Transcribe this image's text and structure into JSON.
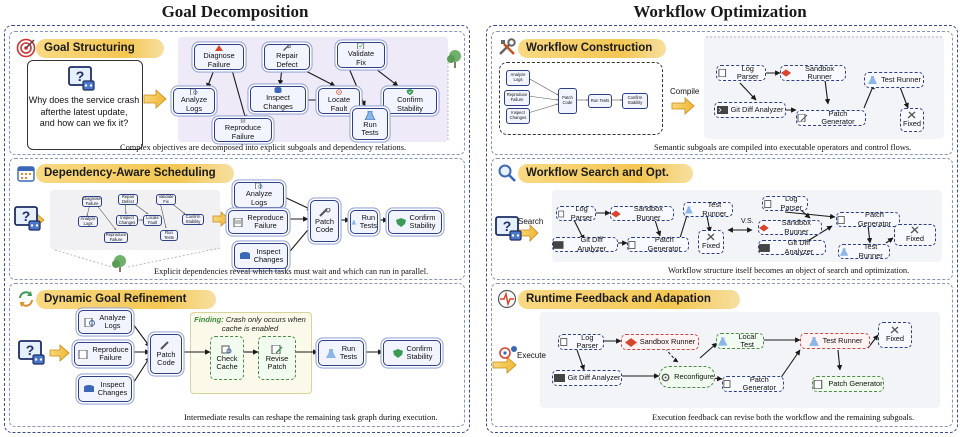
{
  "titles": {
    "left": "Goal Decomposition",
    "right": "Workflow Optimization"
  },
  "icons": {
    "target": "target-icon",
    "calendar": "calendar-icon",
    "refresh": "refresh-arrows-icon",
    "tools": "tools-icon",
    "search": "magnifier-icon",
    "pulse": "heartbeat-icon",
    "question": "question-screen-icon",
    "tree": "tree-icon",
    "arrow": "yellow-arrow-icon"
  },
  "left": {
    "structuring": {
      "title": "Goal Structuring",
      "question": {
        "line1": "Why does the service crash",
        "line2": "afterthe latest update,",
        "line3": "and how can we fix it?"
      },
      "nodes": {
        "diagnose_1": "Diagnose",
        "diagnose_2": "Failure",
        "repair_1": "Repair",
        "repair_2": "Defect",
        "validate_1": "Validate",
        "validate_2": "Fix",
        "analyze_1": "Analyze",
        "analyze_2": "Logs",
        "inspect_1": "Inspect",
        "inspect_2": "Changes",
        "locate_1": "Locate",
        "locate_2": "Fault",
        "confirm_1": "Confirm",
        "confirm_2": "Stability",
        "reproduce_1": "Reproduce",
        "reproduce_2": "Failure",
        "run_1": "Run",
        "run_2": "Tests"
      },
      "caption": "Complex objectives are decomposed into explicit subgoals and dependency relations."
    },
    "scheduling": {
      "title": "Dependency-Aware Scheduling",
      "mini": {
        "diagnose": "Diagnose Failure",
        "repair": "Repair Defect",
        "validate": "Validate Fix",
        "analyze": "Analyze Logs",
        "inspect": "Inspect Changes",
        "locate": "Locate Fault",
        "confirm": "Confirm Stability",
        "reproduce": "Reproduce Failure",
        "run": "Run Tests"
      },
      "nodes": {
        "analyze_1": "Analyze",
        "analyze_2": "Logs",
        "reproduce_1": "Reproduce",
        "reproduce_2": "Failure",
        "inspect_1": "Inspect",
        "inspect_2": "Changes",
        "patch_1": "Patch",
        "patch_2": "Code",
        "run_1": "Run",
        "run_2": "Tests",
        "confirm_1": "Confirm",
        "confirm_2": "Stability"
      },
      "caption": "Explicit dependencies reveal which tasks must wait and which can run in parallel."
    },
    "refinement": {
      "title": "Dynamic Goal Refinement",
      "finding_label": "Finding:",
      "finding_text_1": "Crash only occurs when",
      "finding_text_2": "cache is enabled",
      "nodes": {
        "analyze_1": "Analyze",
        "analyze_2": "Logs",
        "reproduce_1": "Reproduce",
        "reproduce_2": "Failure",
        "inspect_1": "Inspect",
        "inspect_2": "Changes",
        "patch_1": "Patch",
        "patch_2": "Code",
        "check_1": "Check",
        "check_2": "Cache",
        "revise_1": "Revise",
        "revise_2": "Patch",
        "run_1": "Run",
        "run_2": "Tests",
        "confirm_1": "Confirm",
        "confirm_2": "Stability"
      },
      "caption": "Intermediate results can reshape the remaining task graph during execution."
    }
  },
  "right": {
    "construction": {
      "title": "Workflow Construction",
      "compile_label": "Compile",
      "mini": {
        "analyze": "Analyze Logs",
        "reproduce": "Reproduce Failure",
        "inspect": "Inspect Changes",
        "patch": "Patch Code",
        "run": "Run Tests",
        "confirm": "Confirm Stability"
      },
      "nodes": {
        "log_parser": "Log Parser",
        "sandbox_runner": "Sandbox Runner",
        "test_runner": "Test Runner",
        "git_diff": "Git Diff Analyzer",
        "patch_generator": "Patch Generator",
        "fixed": "Fixed"
      },
      "caption": "Semantic subgoals are compiled into executable operators and control flows."
    },
    "search": {
      "title": "Workflow Search and Opt.",
      "search_label": "Search",
      "vs_label": "V.S.",
      "a": {
        "log_parser": "Log Parser",
        "sandbox_runner": "Sandbox Runner",
        "test_runner": "Test Runner",
        "git_diff": "Git Diff Analyzer",
        "patch_generator": "Patch Generator",
        "fixed": "Fixed"
      },
      "b": {
        "log_parser": "Log Parser",
        "sandbox_runner": "Sandbox Runner",
        "git_diff": "Git Diff Analyzer",
        "patch_generator": "Patch Generator",
        "test_runner": "Test Runner",
        "fixed": "Fixed"
      },
      "caption": "Workflow structure itself becomes an object of search and optimization."
    },
    "feedback": {
      "title": "Runtime Feedback and Adapation",
      "execute_label": "Execute",
      "nodes": {
        "log_parser": "Log Parser",
        "sandbox_runner": "Sandbox Runner",
        "local_test": "Local Test",
        "test_runner": "Test Runner",
        "fixed": "Fixed",
        "git_diff": "Git Diff Analyzer",
        "reconfigure": "Reconfigure",
        "patch_generator_1": "Patch Generator",
        "patch_generator_2": "Patch Generator"
      },
      "caption": "Execution feedback can revise both the workflow and the remaining subgoals."
    }
  },
  "colors": {
    "accent": "#2e3f86",
    "banner": "#f4c753",
    "red": "#c44a4a",
    "green": "#4f8a4a"
  }
}
